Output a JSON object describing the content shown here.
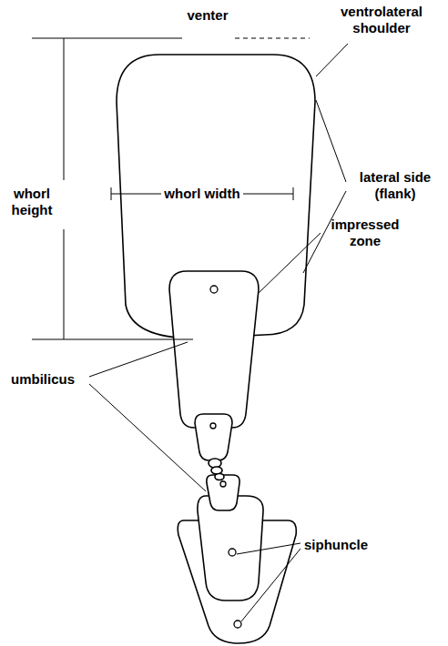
{
  "diagram": {
    "labels": [
      "venter",
      "ventrolateral shoulder",
      "whorl height",
      "whorl width",
      "lateral side (flank)",
      "impressed zone",
      "umbilicus",
      "siphuncle"
    ]
  }
}
